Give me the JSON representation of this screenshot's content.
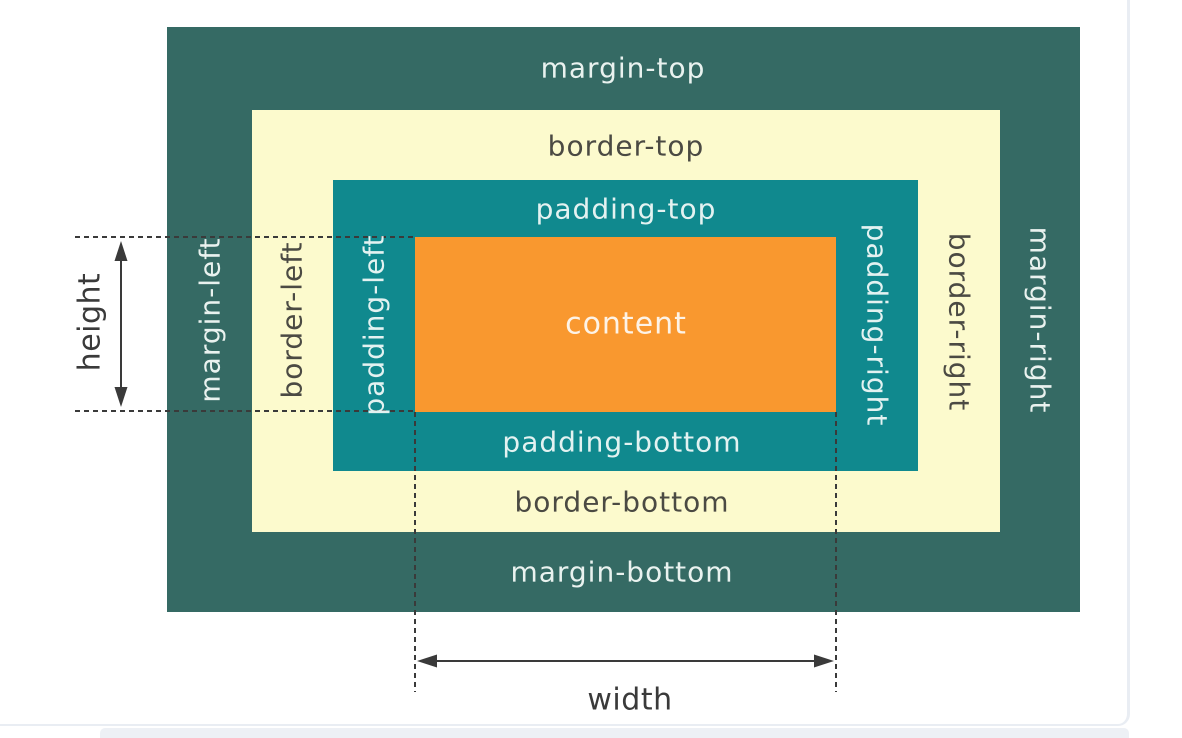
{
  "page": {
    "background_color": "#ffffff",
    "card_border_color": "#e9edf3",
    "bottom_strip_color": "#edf0f5"
  },
  "box_model": {
    "margin": {
      "area_color": "#356a64",
      "label_color": "#e9f2ef",
      "top_label": "margin-top",
      "right_label": "margin-right",
      "bottom_label": "margin-bottom",
      "left_label": "margin-left"
    },
    "border": {
      "area_color": "#fcfacd",
      "label_color": "#4b4a43",
      "top_label": "border-top",
      "right_label": "border-right",
      "bottom_label": "border-bottom",
      "left_label": "border-left"
    },
    "padding": {
      "area_color": "#10898e",
      "label_color": "#e3f2f1",
      "top_label": "padding-top",
      "right_label": "padding-right",
      "bottom_label": "padding-bottom",
      "left_label": "padding-left"
    },
    "content": {
      "area_color": "#f9982f",
      "label_color": "#fdf3e7",
      "label": "content"
    },
    "dimensions": {
      "line_color": "#3a3a3a",
      "height_label": "height",
      "width_label": "width"
    }
  }
}
